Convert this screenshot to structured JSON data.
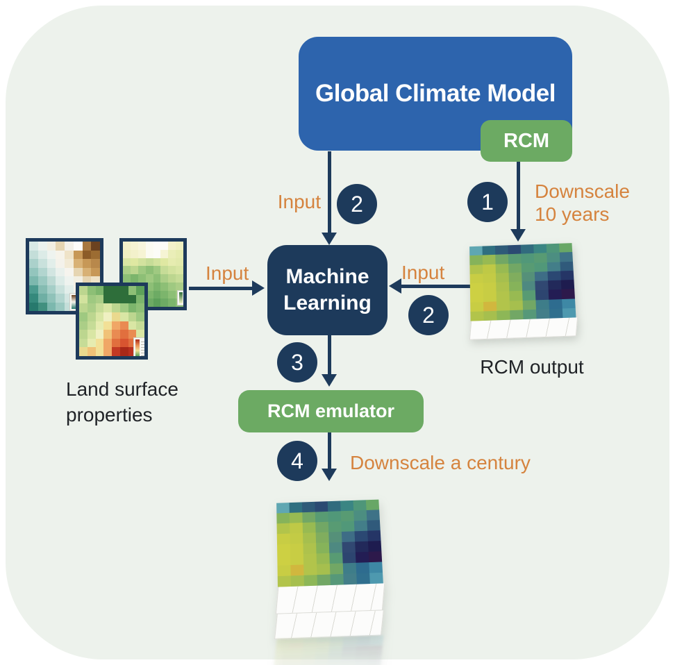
{
  "colors": {
    "panel_bg": "#edf2ec",
    "navy": "#1d3a5b",
    "blue": "#2d64ad",
    "green": "#6caa63",
    "orange": "#d5833e",
    "text_dark": "#1f2226",
    "white": "#ffffff"
  },
  "gcm": {
    "label": "Global Climate Model"
  },
  "rcm": {
    "label": "RCM"
  },
  "ml": {
    "line1": "Machine",
    "line2": "Learning"
  },
  "emulator": {
    "label": "RCM emulator"
  },
  "steps": {
    "one": "1",
    "two": "2",
    "three": "3",
    "four": "4"
  },
  "labels": {
    "input_top": "Input",
    "input_left": "Input",
    "input_right": "Input",
    "downscale_ten_line1": "Downscale",
    "downscale_ten_line2": "10 years",
    "downscale_century": "Downscale a century"
  },
  "captions": {
    "land_line1": "Land surface",
    "land_line2": "properties",
    "rcm_output": "RCM output"
  },
  "heatmaps": {
    "rcm_output": [
      [
        "#5fa7b2",
        "#2f6f80",
        "#2e5a78",
        "#2b4a72",
        "#316b7e",
        "#3a8583",
        "#4e9679",
        "#68a766"
      ],
      [
        "#86b35a",
        "#98ba52",
        "#72a765",
        "#589b73",
        "#519879",
        "#589b73",
        "#4c8e81",
        "#3e7287"
      ],
      [
        "#b2c44b",
        "#bfc946",
        "#98ba52",
        "#72a765",
        "#589b73",
        "#519879",
        "#437e89",
        "#305a7b"
      ],
      [
        "#c8cd44",
        "#c3cb45",
        "#a6bf4e",
        "#80ad5e",
        "#559079",
        "#3e6d86",
        "#2b4873",
        "#253566"
      ],
      [
        "#cdd043",
        "#c8cd44",
        "#aec24c",
        "#86b35a",
        "#4e8981",
        "#314872",
        "#22295a",
        "#1e1c4f"
      ],
      [
        "#cdd043",
        "#c8cd44",
        "#b2c44b",
        "#98ba52",
        "#589b73",
        "#2d4570",
        "#231d54",
        "#2d194b"
      ],
      [
        "#c8cd44",
        "#d1b73e",
        "#b2c44b",
        "#a6bf4e",
        "#72a765",
        "#3e7d89",
        "#2e6c8f",
        "#3e88a5"
      ],
      [
        "#b2c44b",
        "#a6bf4e",
        "#8db757",
        "#72a765",
        "#569879",
        "#437e89",
        "#306f8e",
        "#4e99af"
      ]
    ],
    "land_a": [
      [
        "#d8e9e6",
        "#ecf2ee",
        "#f2efe3",
        "#e6d5b2",
        "#f4f1e9",
        "#fdfcfa",
        "#a87840",
        "#6b4220"
      ],
      [
        "#c4ded9",
        "#dcebe7",
        "#eef3ef",
        "#f6f3ea",
        "#efe3c8",
        "#c79857",
        "#8c5c28",
        "#9c6c32"
      ],
      [
        "#abd1cb",
        "#c9e1dc",
        "#e2eeea",
        "#f4f2eb",
        "#f2ead6",
        "#d8b175",
        "#c79857",
        "#b8884b"
      ],
      [
        "#93c5bd",
        "#b2d5cf",
        "#d2e5e1",
        "#e9f0ec",
        "#f6f4ee",
        "#e6d5b2",
        "#d8b175",
        "#c79857"
      ],
      [
        "#7cb8ae",
        "#9bc9c1",
        "#bcd9d3",
        "#dcebe7",
        "#eef3ef",
        "#f2efe3",
        "#e6d5b2",
        "#efe3c8"
      ],
      [
        "#4a9a8e",
        "#85bcb2",
        "#a5cec7",
        "#c9e1dc",
        "#e2eeea",
        "#f4f1e9",
        "#f2ead6",
        "#e6d5b2"
      ],
      [
        "#35897c",
        "#6fafa4",
        "#8fc2b9",
        "#b2d5cf",
        "#d2e5e1",
        "#e9f0ec",
        "#f4f2eb",
        "#efe3c8"
      ],
      [
        "#27796d",
        "#41907f",
        "#7cb8ae",
        "#9bc9c1",
        "#c4ded9",
        "#dcebe7",
        "#eef3ef",
        "#f6f3ea"
      ]
    ],
    "land_b": [
      [
        "#f3f1cb",
        "#f6f4d4",
        "#f8f6de",
        "#fbfbf2",
        "#fcfcf8",
        "#fcfcf8",
        "#f3f1cb",
        "#eff0c2"
      ],
      [
        "#eff0c2",
        "#f3f1cb",
        "#f6f4d4",
        "#fbfbf2",
        "#fcfcf8",
        "#f6f4d4",
        "#eaeeb8",
        "#e6ecb0"
      ],
      [
        "#d9e6a4",
        "#dfe8a2",
        "#d2e29e",
        "#c6dc97",
        "#d2e29e",
        "#dfe8a2",
        "#e6ecb0",
        "#e2eaac"
      ],
      [
        "#abce87",
        "#bcd68f",
        "#9fc981",
        "#8dbf76",
        "#9fc981",
        "#c6dc97",
        "#d2e29e",
        "#d9e6a4"
      ],
      [
        "#8dbf76",
        "#7cb56c",
        "#8dbf76",
        "#9fc981",
        "#8dbf76",
        "#abce87",
        "#bcd68f",
        "#c6dc97"
      ],
      [
        "#6dab64",
        "#7cb56c",
        "#7cb56c",
        "#8dbf76",
        "#7cb56c",
        "#8dbf76",
        "#9fc981",
        "#abce87"
      ],
      [
        "#5da15a",
        "#6dab64",
        "#6dab64",
        "#7cb56c",
        "#6dab64",
        "#7cb56c",
        "#8dbf76",
        "#9fc981"
      ],
      [
        "#529751",
        "#5da15a",
        "#6dab64",
        "#6dab64",
        "#5da15a",
        "#6dab64",
        "#7cb56c",
        "#8dbf76"
      ]
    ],
    "land_c": [
      [
        "#bcd68f",
        "#8dbf76",
        "#7cb56c",
        "#2e6e3a",
        "#2e6e3a",
        "#2e6e3a",
        "#8dbf76",
        "#5da15a"
      ],
      [
        "#d2e29e",
        "#9fc981",
        "#abce87",
        "#2e6e3a",
        "#2e6e3a",
        "#2e6e3a",
        "#2e6e3a",
        "#7cb56c"
      ],
      [
        "#bcd68f",
        "#abce87",
        "#c6dc97",
        "#d9e6a4",
        "#bcd68f",
        "#9fc981",
        "#7cb56c",
        "#8dbf76"
      ],
      [
        "#9fc981",
        "#bcd68f",
        "#d9e6a4",
        "#eff0c2",
        "#ead98e",
        "#d9e6a4",
        "#bcd68f",
        "#9fc981"
      ],
      [
        "#abce87",
        "#c6dc97",
        "#e6ecb0",
        "#f2e096",
        "#f0a766",
        "#e98b52",
        "#d9e6a4",
        "#c6dc97"
      ],
      [
        "#bcd68f",
        "#d9e6a4",
        "#eff0c2",
        "#f0c278",
        "#e98b52",
        "#e16f3e",
        "#e98b52",
        "#d9e6a4"
      ],
      [
        "#c6dc97",
        "#e6ecb0",
        "#f2e096",
        "#f0a766",
        "#e16f3e",
        "#d85430",
        "#e16f3e",
        "#e98b52"
      ],
      [
        "#ead98e",
        "#f0c278",
        "#f2e096",
        "#f0a766",
        "#c23a24",
        "#a82818",
        "#b93020",
        "#d85430"
      ]
    ]
  }
}
